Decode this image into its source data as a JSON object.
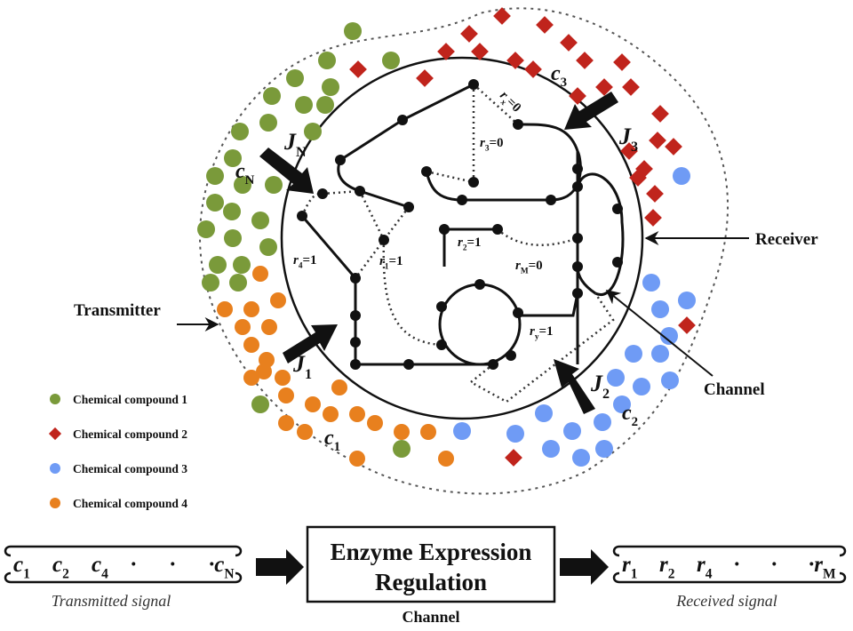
{
  "diagram": {
    "labels": {
      "transmitter": "Transmitter",
      "receiver": "Receiver",
      "channel": "Channel"
    },
    "fluxes": [
      {
        "id": "J_N",
        "base": "J",
        "sub": "N"
      },
      {
        "id": "J_3",
        "base": "J",
        "sub": "3"
      },
      {
        "id": "J_1",
        "base": "J",
        "sub": "1"
      },
      {
        "id": "J_2",
        "base": "J",
        "sub": "2"
      }
    ],
    "concentrations": [
      {
        "id": "c_N",
        "base": "c",
        "sub": "N"
      },
      {
        "id": "c_3",
        "base": "c",
        "sub": "3"
      },
      {
        "id": "c_1",
        "base": "c",
        "sub": "1"
      },
      {
        "id": "c_2",
        "base": "c",
        "sub": "2"
      }
    ],
    "reactions": [
      {
        "id": "r_3",
        "base": "r",
        "sub": "3",
        "value": "=0"
      },
      {
        "id": "r_4",
        "base": "r",
        "sub": "4",
        "value": "=1"
      },
      {
        "id": "r_1",
        "base": "r",
        "sub": "1",
        "value": "=1"
      },
      {
        "id": "r_2",
        "base": "r",
        "sub": "2",
        "value": "=1"
      },
      {
        "id": "r_M",
        "base": "r",
        "sub": "M",
        "value": "=0"
      },
      {
        "id": "r_y",
        "base": "r",
        "sub": "y",
        "value": "=1"
      },
      {
        "id": "r_x",
        "base": "r",
        "sub": "x",
        "value": "=0"
      }
    ],
    "colors": {
      "compound1": "#7a9a3a",
      "compound2": "#c0241c",
      "compound3": "#6f9bf5",
      "compound4": "#e8801e",
      "line": "#111111"
    }
  },
  "legend": {
    "items": [
      {
        "shape": "circle",
        "color_key": "compound1",
        "label": "Chemical compound 1"
      },
      {
        "shape": "diamond",
        "color_key": "compound2",
        "label": "Chemical compound 2"
      },
      {
        "shape": "circle",
        "color_key": "compound3",
        "label": "Chemical compound 3"
      },
      {
        "shape": "circle",
        "color_key": "compound4",
        "label": "Chemical compound 4"
      }
    ]
  },
  "flow": {
    "transmitted": {
      "symbols": [
        {
          "base": "c",
          "sub": "1"
        },
        {
          "base": "c",
          "sub": "2"
        },
        {
          "base": "c",
          "sub": "4"
        },
        {
          "base": "·",
          "sub": ""
        },
        {
          "base": "·",
          "sub": ""
        },
        {
          "base": "·c",
          "sub": "N"
        }
      ],
      "caption": "Transmitted signal"
    },
    "box": {
      "line1": "Enzyme Expression",
      "line2": "Regulation",
      "caption": "Channel"
    },
    "received": {
      "symbols": [
        {
          "base": "r",
          "sub": "1"
        },
        {
          "base": "r",
          "sub": "2"
        },
        {
          "base": "r",
          "sub": "4"
        },
        {
          "base": "·",
          "sub": ""
        },
        {
          "base": "·",
          "sub": ""
        },
        {
          "base": "·r",
          "sub": "M"
        }
      ],
      "caption": "Received signal"
    }
  }
}
